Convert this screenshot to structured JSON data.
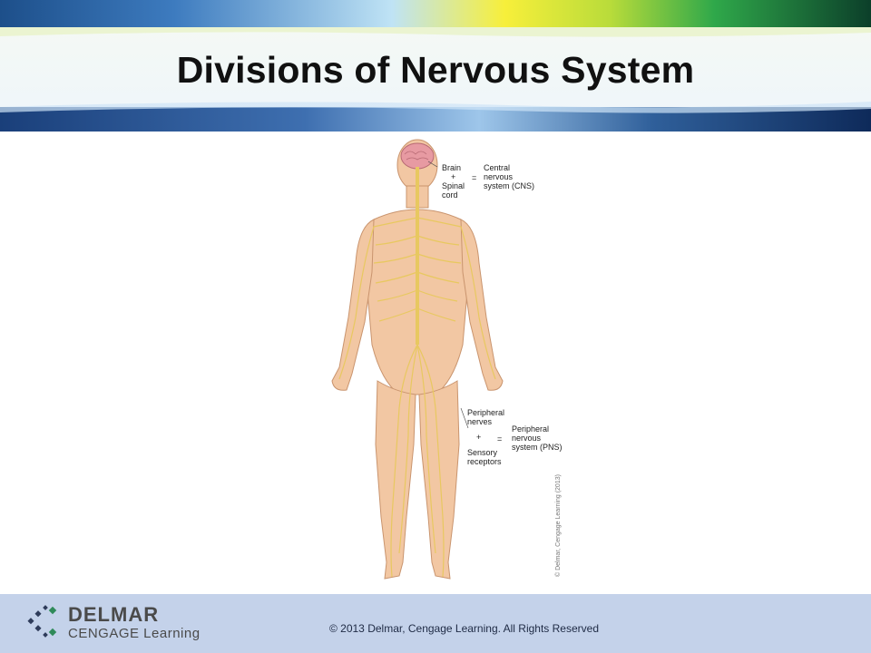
{
  "slide": {
    "title": "Divisions of Nervous System"
  },
  "figure": {
    "cns": {
      "line1": "Brain",
      "plus": "+",
      "line3": "Spinal",
      "line4": "cord",
      "equals": "=",
      "result1": "Central",
      "result2": "nervous",
      "result3": "system (CNS)"
    },
    "pns": {
      "line1": "Peripheral",
      "line2": "nerves",
      "plus": "+",
      "equals": "=",
      "line4": "Sensory",
      "line5": "receptors",
      "result1": "Peripheral",
      "result2": "nervous",
      "result3": "system (PNS)"
    },
    "credit": "© Delmar, Cengage Learning (2013)"
  },
  "footer": {
    "logo_word": "DELMAR",
    "logo_sub": "CENGAGE Learning",
    "copyright": "© 2013 Delmar, Cengage Learning. All Rights Reserved"
  },
  "colors": {
    "skin": "#f2c7a3",
    "nerve": "#e8c860",
    "brain": "#e79aa2",
    "footer": "#c4d2ea"
  }
}
